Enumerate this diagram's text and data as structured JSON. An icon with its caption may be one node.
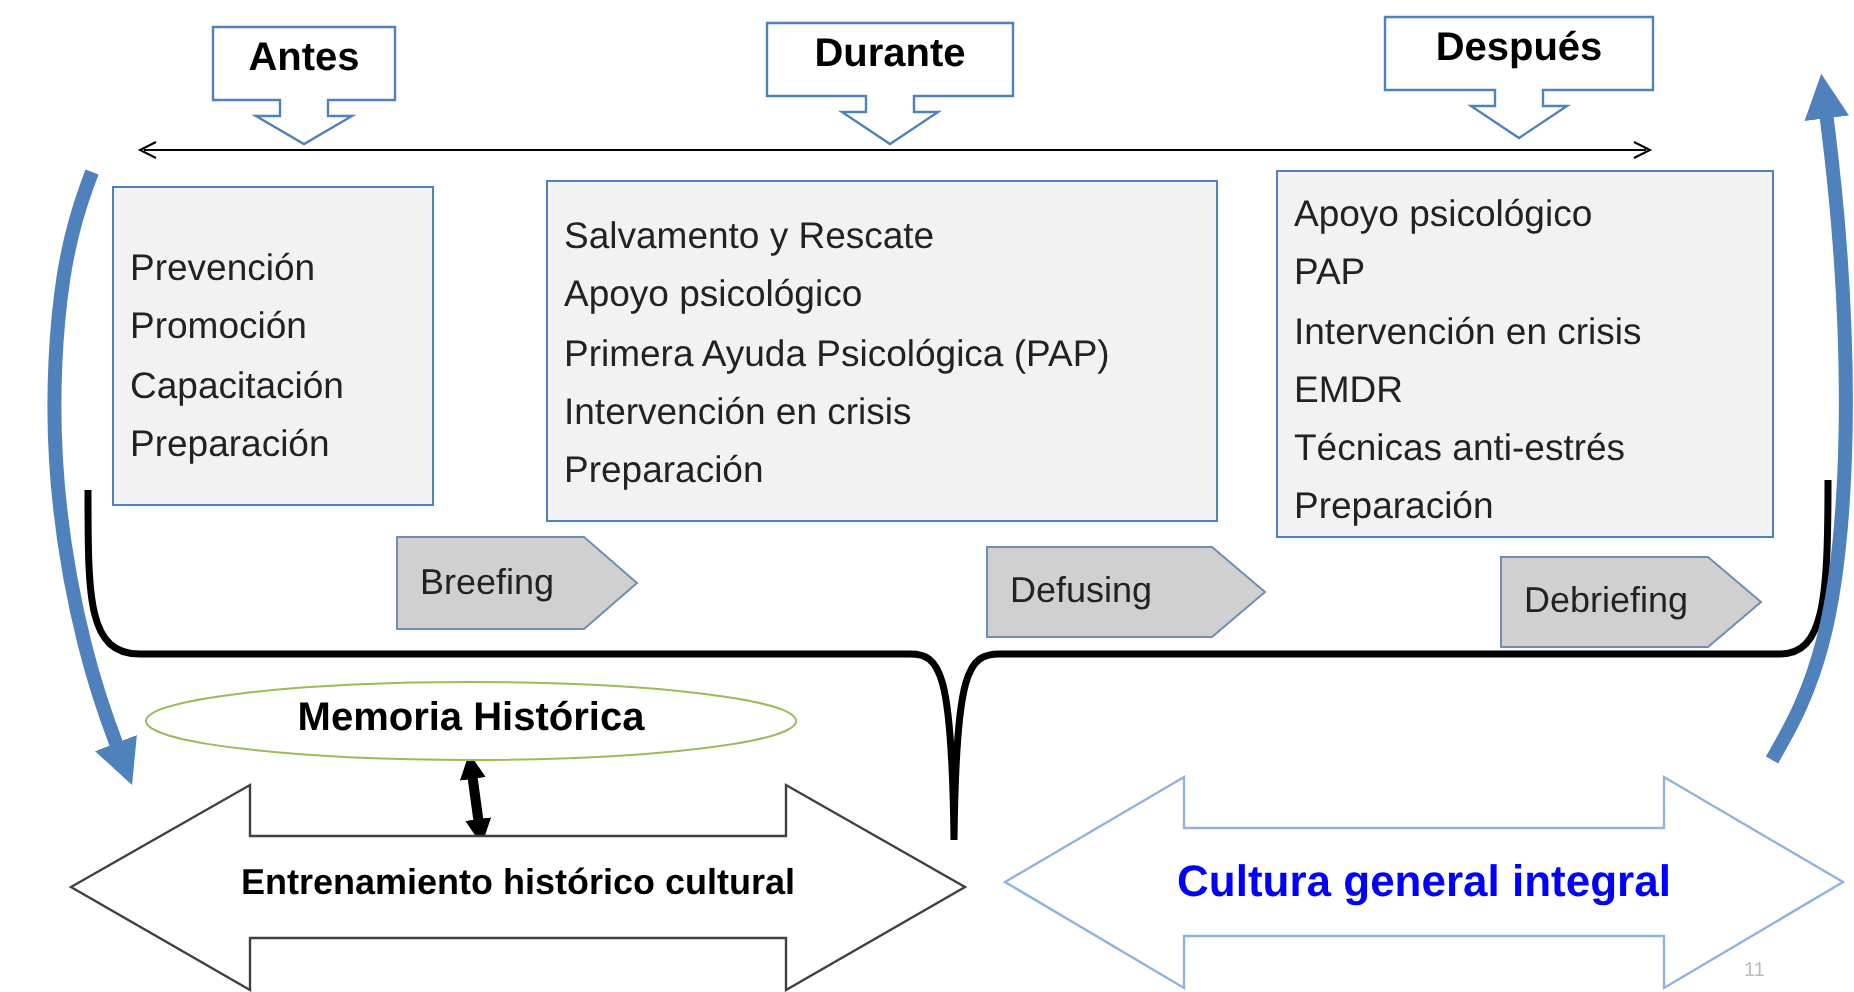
{
  "diagram": {
    "nodes": [
      {
        "text": [
          "Antes"
        ]
      },
      {
        "text": [
          "Durante"
        ]
      },
      {
        "text": [
          "Después"
        ]
      },
      {
        "text": [
          "Prevención",
          "Promoción",
          "Capacitación",
          "Preparación"
        ]
      },
      {
        "text": [
          "Salvamento y Rescate",
          "Apoyo psicológico",
          "Primera Ayuda Psicológica (PAP)",
          "Intervención en crisis",
          "Preparación"
        ]
      },
      {
        "text": [
          "Apoyo psicológico",
          "PAP",
          "Intervención en crisis",
          "EMDR",
          "Técnicas anti-estrés",
          "Preparación"
        ]
      },
      {
        "text": [
          "Breefing"
        ]
      },
      {
        "text": [
          "Defusing"
        ]
      },
      {
        "text": [
          "Debriefing"
        ]
      },
      {
        "text": [
          "Memoria Histórica"
        ]
      },
      {
        "text": [
          "Entrenamiento histórico cultural"
        ]
      },
      {
        "text": [
          "Cultura general integral"
        ]
      }
    ],
    "edges": [
      {
        "from": 9,
        "to": 10,
        "arrow": "both",
        "color": "#000000"
      },
      {
        "from": null,
        "to": 10,
        "arrow": "to",
        "color": "#4f81bd"
      },
      {
        "from": 11,
        "to": null,
        "arrow": "to",
        "color": "#4f81bd"
      }
    ],
    "labels": [
      "11"
    ]
  }
}
